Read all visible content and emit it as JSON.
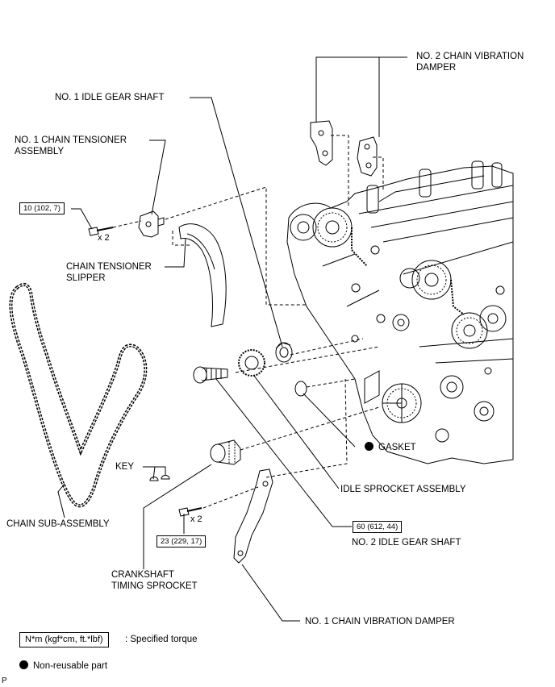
{
  "labels": {
    "no2_chain_vibration_damper": [
      "NO. 2 CHAIN VIBRATION",
      "DAMPER"
    ],
    "no1_idle_gear_shaft": "NO. 1 IDLE GEAR SHAFT",
    "no1_chain_tensioner_assembly": [
      "NO. 1 CHAIN TENSIONER",
      "ASSEMBLY"
    ],
    "chain_tensioner_slipper": [
      "CHAIN TENSIONER",
      "SLIPPER"
    ],
    "gasket": "GASKET",
    "key": "KEY",
    "idle_sprocket_assembly": "IDLE SPROCKET ASSEMBLY",
    "chain_sub_assembly": "CHAIN SUB-ASSEMBLY",
    "no2_idle_gear_shaft": "NO. 2 IDLE GEAR SHAFT",
    "crankshaft_timing_sprocket": [
      "CRANKSHAFT",
      "TIMING SPROCKET"
    ],
    "no1_chain_vibration_damper": "NO. 1 CHAIN VIBRATION DAMPER"
  },
  "torques": {
    "tensioner_bolt": "10 (102, 7)",
    "damper_bolt": "23 (229, 17)",
    "no2_idle_gear_shaft": "60 (612, 44)"
  },
  "multipliers": {
    "tensioner_bolt": "x 2",
    "damper_bolt": "x 2"
  },
  "legend": {
    "torque_unit": "N*m (kgf*cm, ft.*lbf)",
    "torque_desc": ": Specified torque",
    "non_reusable": "Non-reusable part"
  },
  "corner_mark": "P",
  "colors": {
    "line": "#000000",
    "background": "#ffffff"
  }
}
